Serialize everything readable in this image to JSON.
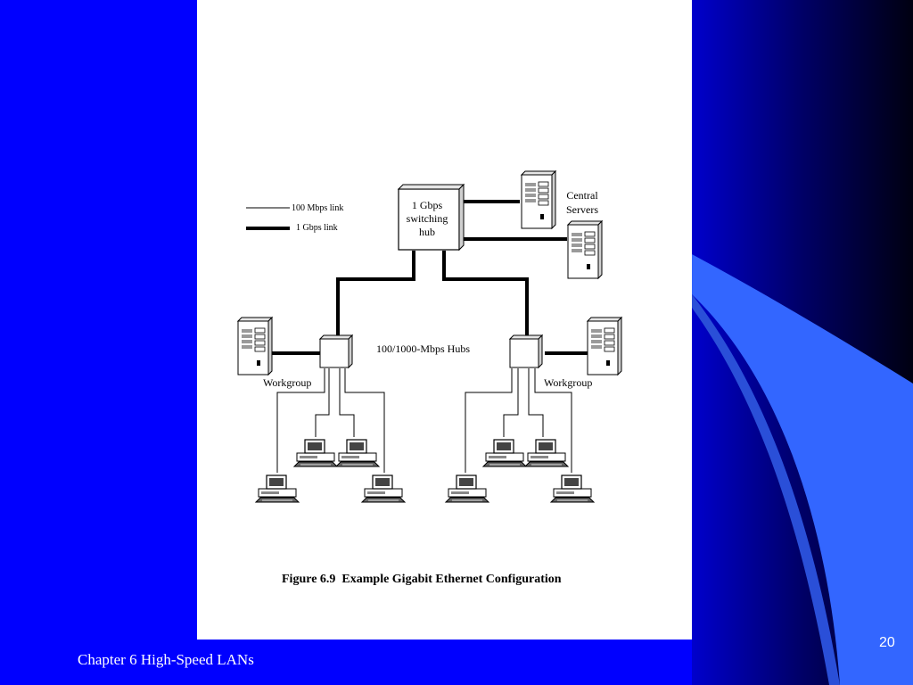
{
  "slide": {
    "footer": "Chapter 6 High-Speed LANs",
    "number": "20"
  },
  "colors": {
    "background": "#0000ff",
    "accent_dark": "#000066",
    "accent_light": "#3366ff",
    "figure_background": "#ffffff"
  },
  "figure": {
    "legend": {
      "thin_label": "100 Mbps link",
      "thick_label": "1 Gbps link"
    },
    "switch": {
      "label_lines": [
        "1 Gbps",
        "switching",
        "hub"
      ]
    },
    "central_servers": {
      "label_lines": [
        "Central",
        "Servers"
      ]
    },
    "hubs_label": "100/1000-Mbps Hubs",
    "workgroup_left_label": "Workgroup",
    "workgroup_right_label": "Workgroup",
    "caption": "Figure 6.9  Example Gigabit Ethernet Configuration"
  }
}
